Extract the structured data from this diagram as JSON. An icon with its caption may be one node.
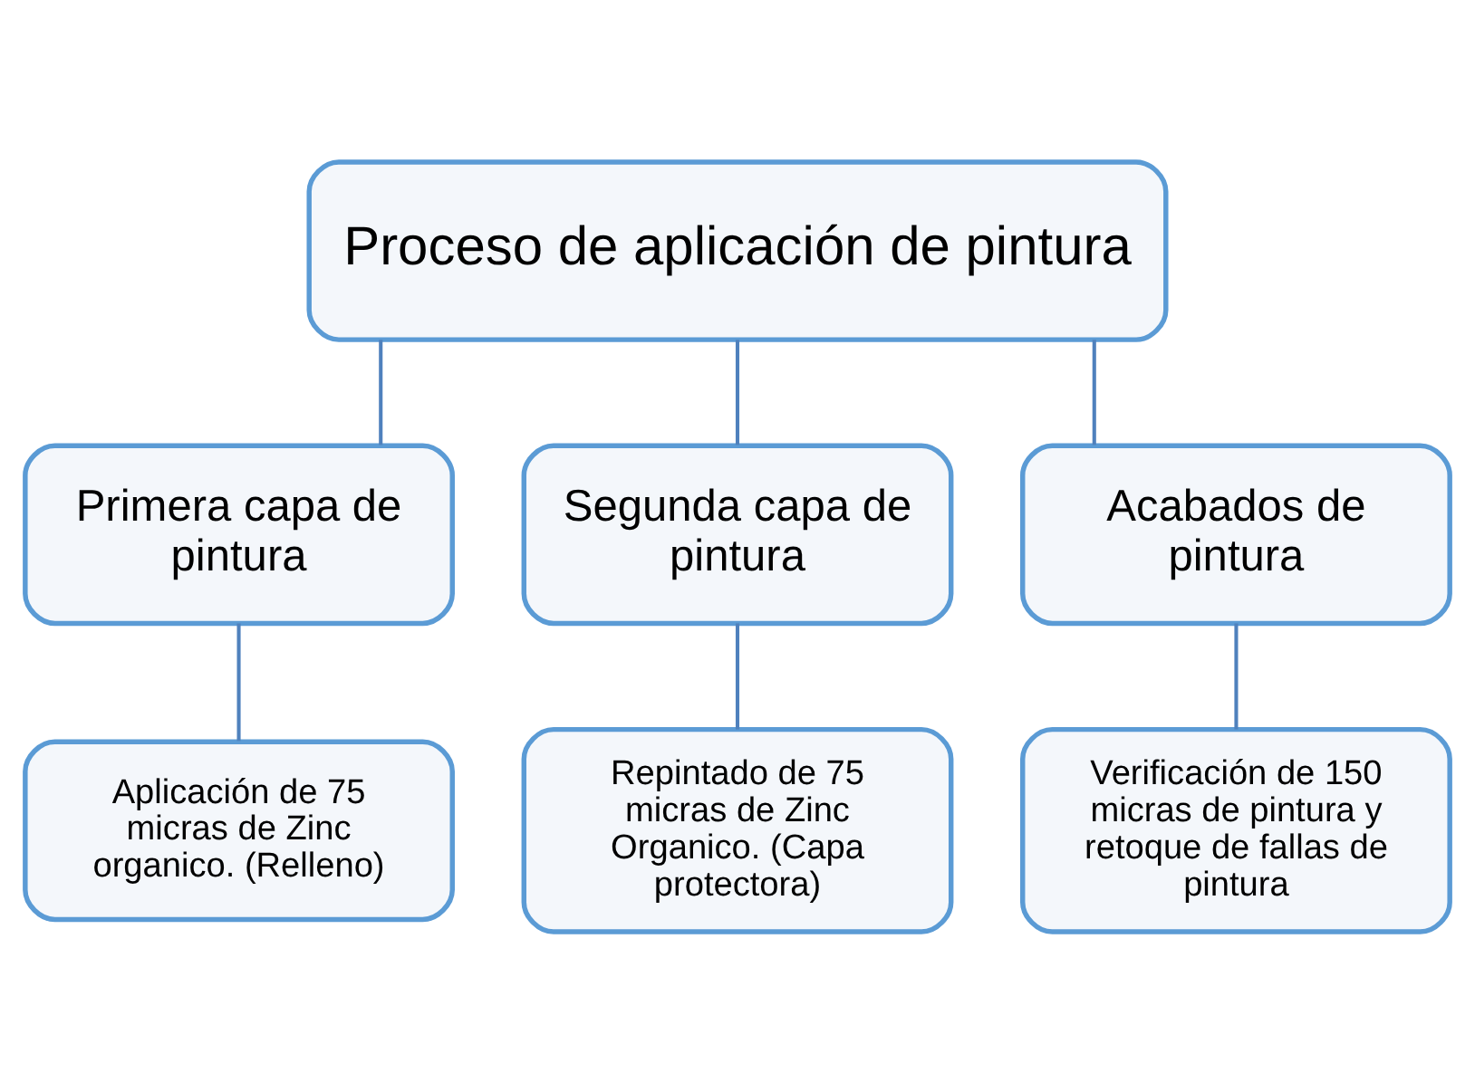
{
  "diagram": {
    "nodes": [
      {
        "text": [
          "Proceso de aplicación de pintura"
        ]
      },
      {
        "text": [
          "Primera capa de pintura"
        ]
      },
      {
        "text": [
          "Segunda capa de pintura"
        ]
      },
      {
        "text": [
          "Acabados de pintura"
        ]
      },
      {
        "text": [
          "Aplicación de 75 micras de Zinc organico. (Relleno)"
        ]
      },
      {
        "text": [
          "Repintado de 75 micras de Zinc Organico. (Capa protectora)"
        ]
      },
      {
        "text": [
          "Verificación de 150 micras de pintura y retoque de fallas de pintura"
        ]
      }
    ],
    "edges": [
      {
        "from": 0,
        "to": 1,
        "arrow": "none"
      },
      {
        "from": 0,
        "to": 2,
        "arrow": "none"
      },
      {
        "from": 0,
        "to": 3,
        "arrow": "none"
      },
      {
        "from": 1,
        "to": 4,
        "arrow": "none"
      },
      {
        "from": 2,
        "to": 5,
        "arrow": "none"
      },
      {
        "from": 3,
        "to": 6,
        "arrow": "none"
      }
    ]
  }
}
